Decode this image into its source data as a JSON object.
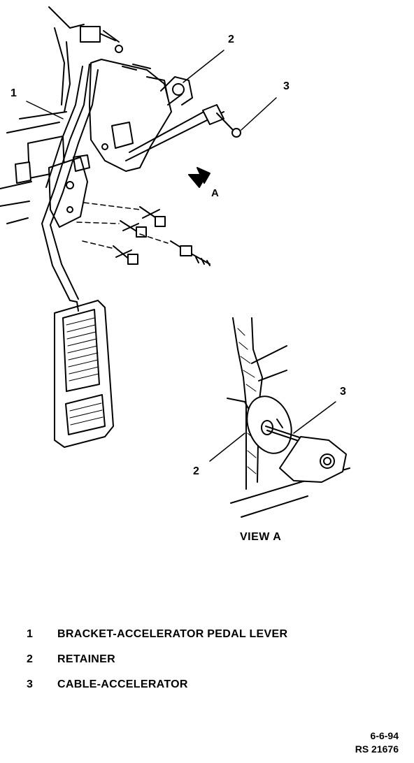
{
  "callouts": [
    {
      "id": "callout-1",
      "text": "1"
    },
    {
      "id": "callout-2-main",
      "text": "2"
    },
    {
      "id": "callout-3-main",
      "text": "3"
    },
    {
      "id": "callout-3-view",
      "text": "3"
    },
    {
      "id": "callout-2-view",
      "text": "2"
    }
  ],
  "view_arrow_label": "A",
  "view_label": "VIEW A",
  "legend": [
    {
      "num": "1",
      "text": "BRACKET-ACCELERATOR PEDAL LEVER"
    },
    {
      "num": "2",
      "text": "RETAINER"
    },
    {
      "num": "3",
      "text": "CABLE-ACCELERATOR"
    }
  ],
  "stamp": {
    "date": "6-6-94",
    "ref": "RS 21676"
  }
}
